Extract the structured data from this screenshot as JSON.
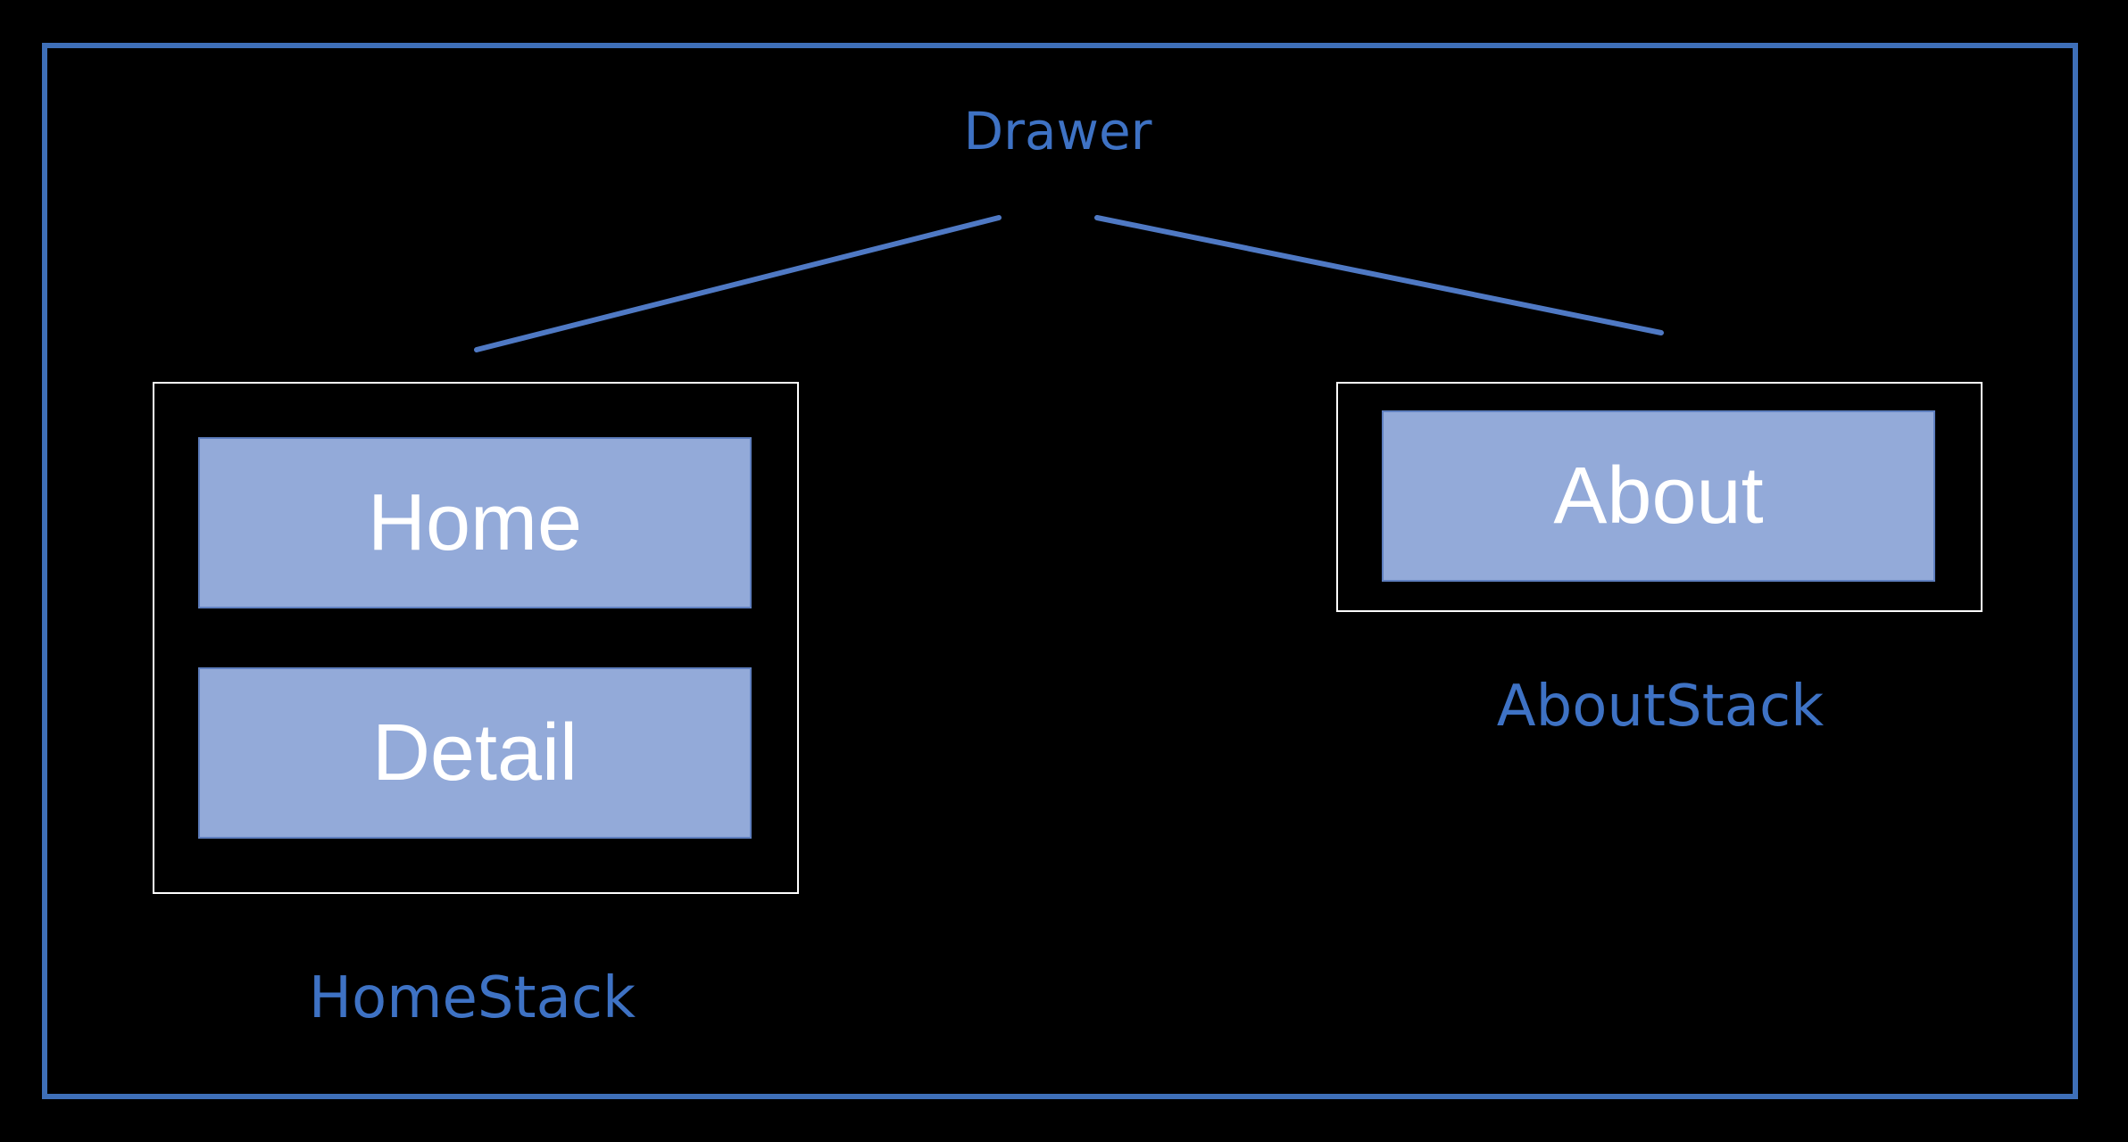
{
  "diagram": {
    "root": {
      "label": "Drawer"
    },
    "stacks": [
      {
        "label": "HomeStack",
        "screens": [
          "Home",
          "Detail"
        ]
      },
      {
        "label": "AboutStack",
        "screens": [
          "About"
        ]
      }
    ]
  },
  "colors": {
    "background": "#000000",
    "frame": "#3e6fb8",
    "label_text": "#3e72c4",
    "screen_fill": "#93aad9",
    "stack_border": "#ffffff"
  }
}
